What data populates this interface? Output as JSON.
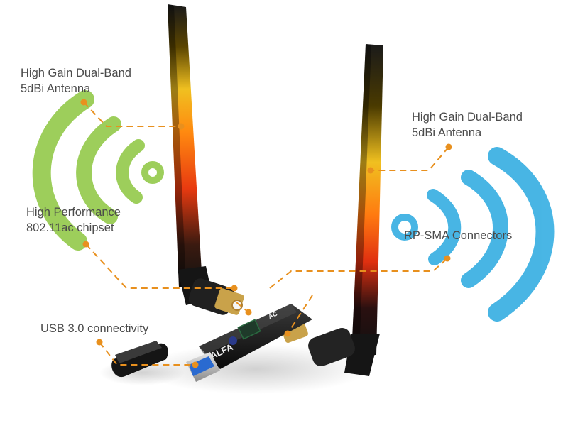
{
  "callouts": {
    "antenna_left": {
      "line1": "High Gain Dual-Band",
      "line2": "5dBi Antenna"
    },
    "antenna_right": {
      "line1": "High Gain Dual-Band",
      "line2": "5dBi Antenna"
    },
    "chipset": {
      "line1": "High Performance",
      "line2": "802.11ac chipset"
    },
    "connectors": {
      "line1": "RP-SMA Connectors"
    },
    "usb": {
      "line1": "USB 3.0 connectivity"
    }
  },
  "device": {
    "brand": "ALFA",
    "logo_text": "AC"
  },
  "colors": {
    "callout_line": "#e8901e",
    "wifi_left": "#8cc63f",
    "wifi_right": "#29a9e0",
    "antenna_body": "#1a1a1a",
    "antenna_glow": "#ff7a1a",
    "text": "#4a4a4a"
  }
}
